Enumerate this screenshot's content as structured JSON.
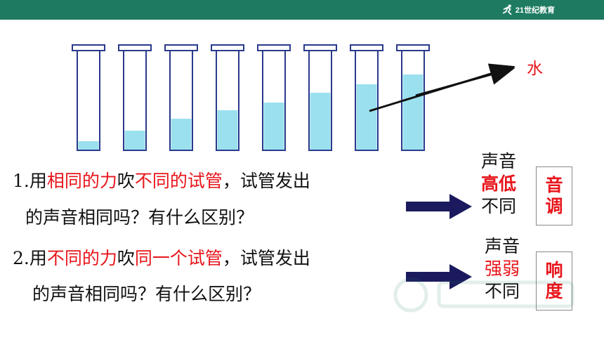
{
  "header": {
    "logo_text": "21世纪教育",
    "brand_color": "#1e7b61"
  },
  "diagram": {
    "water_label": "水",
    "tube_fill_levels": [
      0.09,
      0.2,
      0.32,
      0.4,
      0.48,
      0.58,
      0.66,
      0.76
    ],
    "water_color": "#9be0ee",
    "tube_outline_color": "#2a3a8c"
  },
  "questions": [
    {
      "number": "1.",
      "parts": [
        {
          "text": "用",
          "red": false
        },
        {
          "text": "相同的力",
          "red": true
        },
        {
          "text": "吹",
          "red": false
        },
        {
          "text": "不同的试管",
          "red": true
        },
        {
          "text": "，试管发出",
          "red": false
        }
      ],
      "line2": "的声音相同吗？有什么区别？"
    },
    {
      "number": "2.",
      "parts": [
        {
          "text": "用",
          "red": false
        },
        {
          "text": "不同的力",
          "red": true
        },
        {
          "text": "吹",
          "red": false
        },
        {
          "text": "同一个试管",
          "red": true
        },
        {
          "text": "，试管发出",
          "red": false
        }
      ],
      "line2": "的声音相同吗？有什么区别？"
    }
  ],
  "answers": [
    {
      "line1": "声音",
      "highlight": "高低",
      "line3": "不同",
      "box_top": "音",
      "box_bottom": "调"
    },
    {
      "line1": "声音",
      "highlight": "强弱",
      "line3": "不同",
      "box_top": "响",
      "box_bottom": "度"
    }
  ],
  "colors": {
    "red": "#e8151b",
    "arrow_navy": "#1c1a5e"
  }
}
